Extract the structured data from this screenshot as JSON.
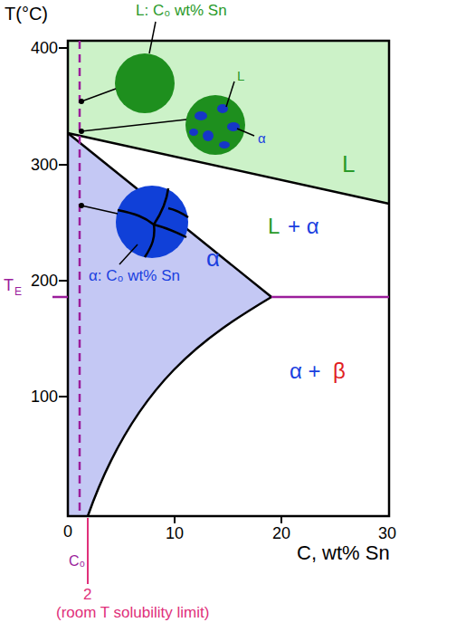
{
  "diagram": {
    "labels": [
      "T(°C)",
      "L: C₀ wt% Sn",
      "L",
      "α",
      "L",
      "L",
      "+ α",
      "α",
      "α: C₀ wt% Sn",
      "T",
      "E",
      "400",
      "300",
      "200",
      "100",
      "0",
      "10",
      "20",
      "30",
      "C, wt% Sn",
      "C₀",
      "2",
      "(room T solubility limit)",
      "α +",
      "β"
    ]
  }
}
